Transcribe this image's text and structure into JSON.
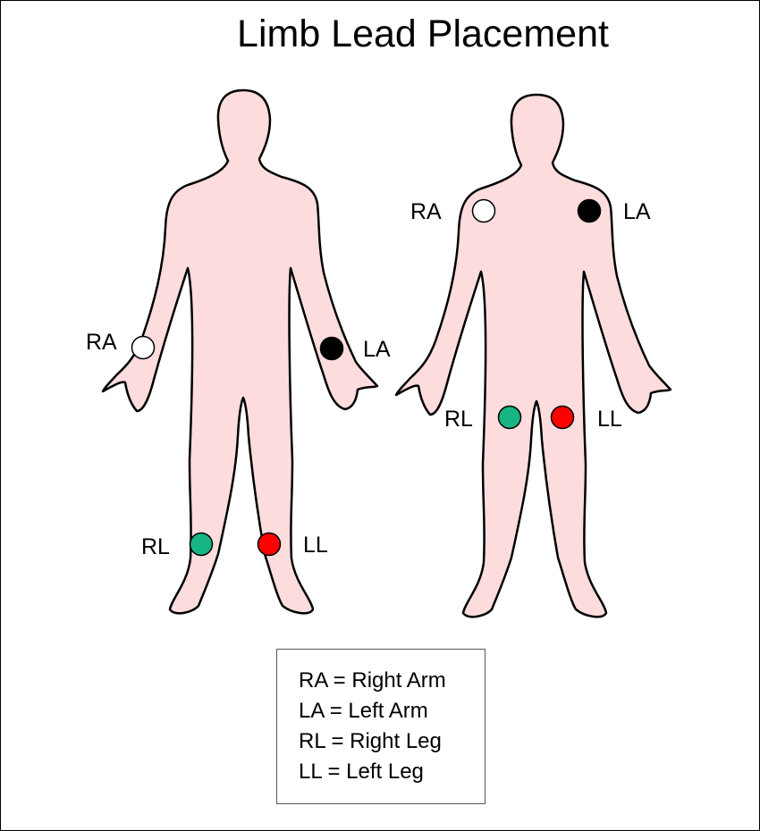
{
  "title": "Limb Lead Placement",
  "colors": {
    "skin": "#fcdcdc",
    "ra": "#ffffff",
    "la": "#000000",
    "rl": "#17b584",
    "ll": "#ff0000"
  },
  "figure_1": {
    "ra_label": "RA",
    "la_label": "LA",
    "rl_label": "RL",
    "ll_label": "LL"
  },
  "figure_2": {
    "ra_label": "RA",
    "la_label": "LA",
    "rl_label": "RL",
    "ll_label": "LL"
  },
  "legend": {
    "items": [
      "RA = Right Arm",
      "LA = Left Arm",
      "RL = Right Leg",
      "LL = Left Leg"
    ]
  }
}
